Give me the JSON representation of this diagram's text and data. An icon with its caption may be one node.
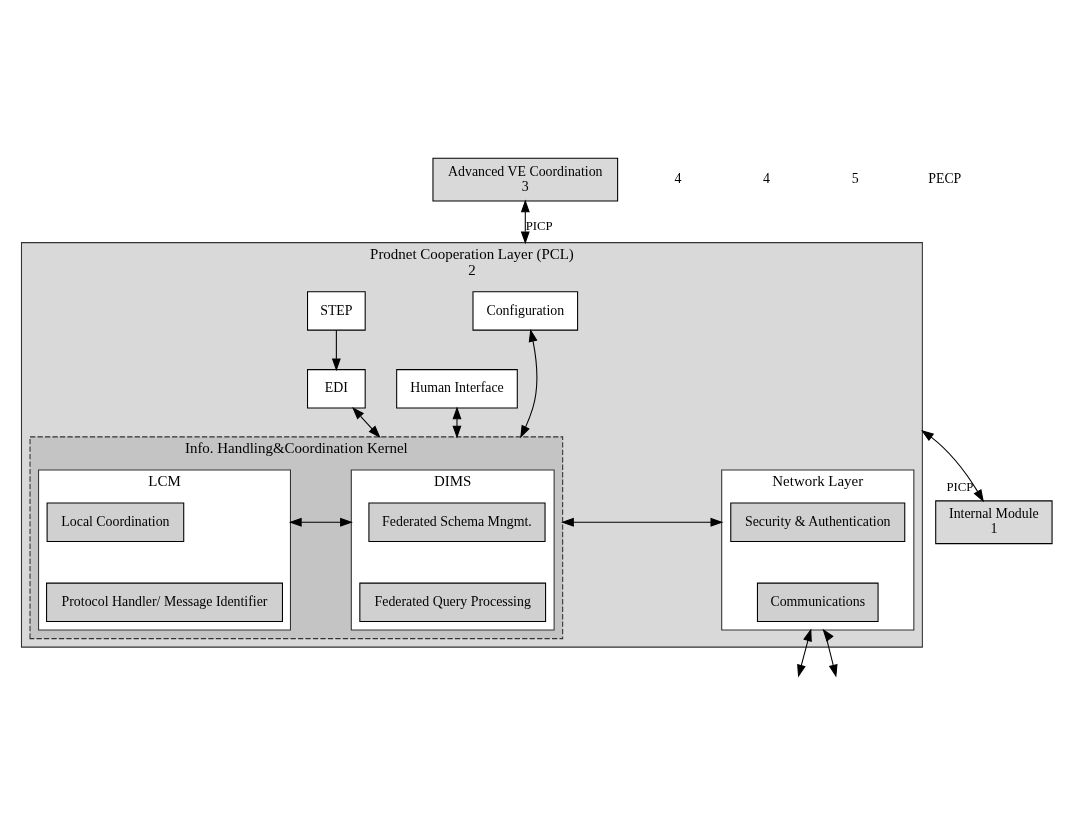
{
  "diagram": {
    "nodes": [
      {
        "text": [
          "Advanced VE Coordination",
          "3"
        ]
      },
      {
        "text": [
          "Prodnet Cooperation Layer (PCL)",
          "2"
        ]
      },
      {
        "text": [
          "Configuration"
        ],
        "in": 1
      },
      {
        "text": [
          "STEP"
        ],
        "in": 1
      },
      {
        "text": [
          "Human Interface"
        ],
        "in": 1
      },
      {
        "text": [
          "EDI"
        ],
        "in": 1
      },
      {
        "text": [
          "Info. Handling&Coordination Kernel"
        ],
        "in": 1
      },
      {
        "text": [
          "DIMS"
        ],
        "in": 6
      },
      {
        "text": [
          "Federated Schema Mngmt."
        ],
        "in": 7
      },
      {
        "text": [
          "Federated Query Processing"
        ],
        "in": 7
      },
      {
        "text": [
          "LCM"
        ],
        "in": 6
      },
      {
        "text": [
          "Local Coordination"
        ],
        "in": 10
      },
      {
        "text": [
          "Protocol Handler/ Message Identifier"
        ],
        "in": 10
      },
      {
        "text": [
          "Network Layer"
        ],
        "in": 1
      },
      {
        "text": [
          "Security & Authentication"
        ],
        "in": 13
      },
      {
        "text": [
          "Communications"
        ],
        "in": 13
      },
      {
        "text": [
          "Internal Module",
          "1"
        ]
      }
    ],
    "edges": [
      {
        "from": 0,
        "to": 1,
        "arrow": "both",
        "label": "PICP"
      },
      {
        "from": 3,
        "to": 5,
        "arrow": "to"
      },
      {
        "from": 4,
        "to": 6,
        "arrow": "both"
      },
      {
        "from": 2,
        "to": 6,
        "arrow": "both"
      },
      {
        "from": 5,
        "to": 6,
        "arrow": "both"
      },
      {
        "from": 7,
        "to": 10,
        "arrow": "both"
      },
      {
        "from": 6,
        "to": 13,
        "arrow": "both"
      },
      {
        "from": 16,
        "to": 1,
        "arrow": "both",
        "label": "PICP"
      },
      {
        "from": 13,
        "to": null,
        "arrow": "both"
      },
      {
        "from": 13,
        "to": null,
        "arrow": "both"
      }
    ],
    "labels": [
      "4",
      "4",
      "5",
      "PECP"
    ]
  }
}
